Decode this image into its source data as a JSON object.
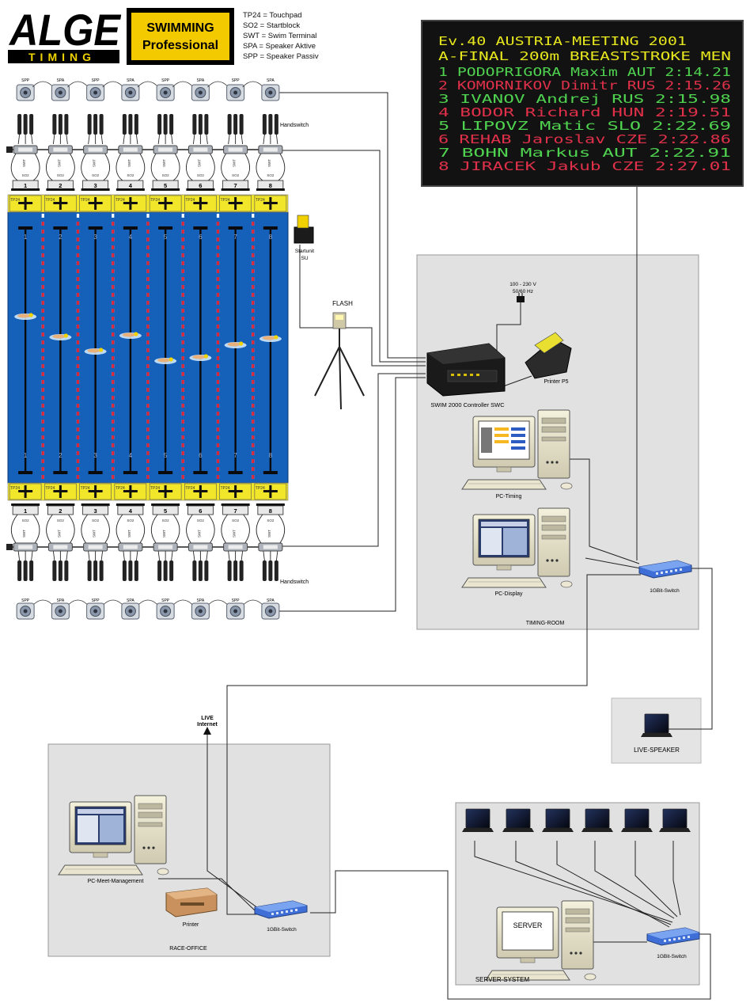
{
  "header": {
    "logo_top": "ALGE",
    "logo_bottom": "TIMING",
    "badge_line1": "SWIMMING",
    "badge_line2": "Professional",
    "legend": [
      "TP24 = Touchpad",
      "SO2 = Startblock",
      "SWT = Swim Terminal",
      "SPA = Speaker Aktive",
      "SPP = Speaker Passiv"
    ]
  },
  "scoreboard": {
    "line1": "Ev.40  AUSTRIA-MEETING 2001",
    "line2": "A-FINAL     200m BREASTSTROKE MEN",
    "rows": [
      {
        "text": "1 PODOPRIGORA Maxim  AUT  2:14.21",
        "color": "green"
      },
      {
        "text": "2 KOMORNIKOV Dimitr  RUS  2:15.26",
        "color": "red"
      },
      {
        "text": "3 IVANOV Andrej      RUS  2:15.98",
        "color": "green"
      },
      {
        "text": "4 BODOR Richard      HUN  2:19.51",
        "color": "red"
      },
      {
        "text": "5 LIPOVZ Matic       SLO  2:22.69",
        "color": "green"
      },
      {
        "text": "6 REHAB Jaroslav     CZE  2:22.86",
        "color": "red"
      },
      {
        "text": "7 BOHN Markus        AUT  2:22.91",
        "color": "green"
      },
      {
        "text": "8 JIRACEK Jakub      CZE  2:27.01",
        "color": "red"
      }
    ],
    "colors": {
      "yellow": "#e6e61e",
      "green": "#4fd24f",
      "red": "#e0304a",
      "bg": "#121212"
    }
  },
  "pool": {
    "lanes": [
      "1",
      "2",
      "3",
      "4",
      "5",
      "6",
      "7",
      "8"
    ],
    "speaker_labels_top": [
      "SPP",
      "SPA",
      "SPP",
      "SPA",
      "SPP",
      "SPA",
      "SPP",
      "SPA"
    ],
    "speaker_labels_bottom": [
      "SPP",
      "SPA",
      "SPP",
      "SPA",
      "SPP",
      "SPA",
      "SPP",
      "SPA"
    ],
    "tp_label": "TP24",
    "swt_label": "SWT",
    "so2_label": "SO2",
    "handswitch_top": "Handswitch",
    "handswitch_bottom": "Handswitch",
    "colors": {
      "water": "#1560b8",
      "touchpad": "#f2e62a"
    }
  },
  "equipment": {
    "startunit": [
      "Startunit",
      "SU"
    ],
    "flash": "FLASH",
    "power": [
      "100 - 230 V",
      "50/60 Hz"
    ],
    "controller": "SWIM 2000 Controller SWC",
    "printer_p5": "Printer P5",
    "pc_timing": "PC-Timing",
    "pc_display": "PC-Display",
    "switch_timing": "1GBit-Switch",
    "timing_room": "TIMING-ROOM",
    "live_speaker": "LIVE-SPEAKER",
    "live_internet": [
      "LIVE",
      "Internet"
    ],
    "pc_meet": "PC-Meet-Management",
    "printer": "Printer",
    "switch_race": "1GBit-Switch",
    "race_office": "RACE-OFFICE",
    "server_label": "SERVER",
    "switch_server": "1GBit-Switch",
    "server_system": "SERVER-SYSTEM"
  }
}
